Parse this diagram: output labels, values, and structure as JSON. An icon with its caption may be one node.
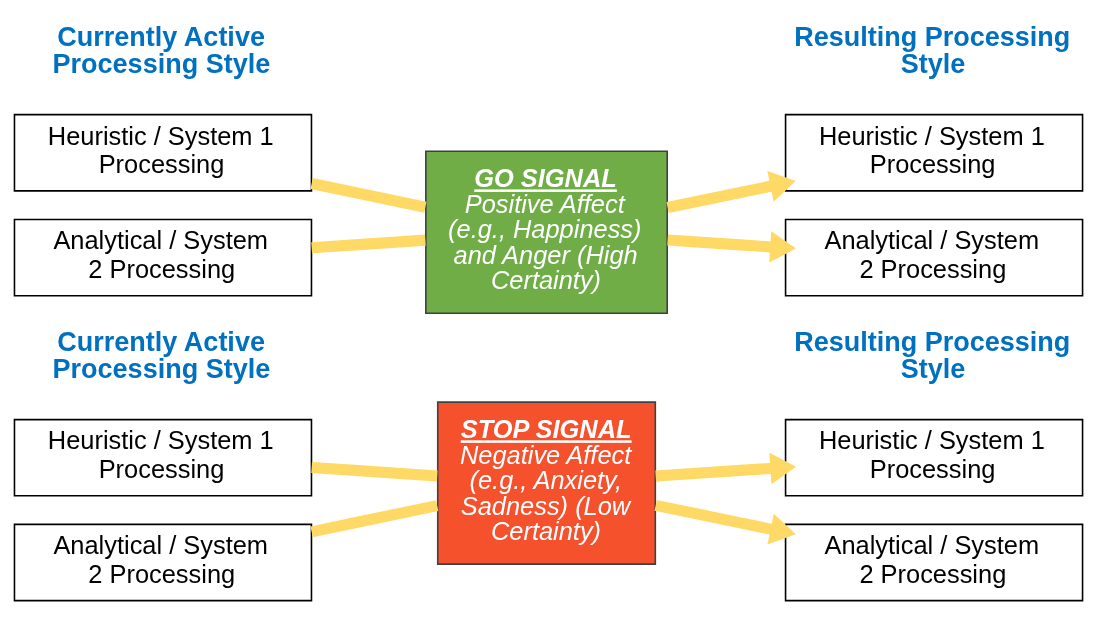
{
  "diagram": {
    "nodes": [
      {
        "text": [
          "Heuristic / System 1 Processing"
        ]
      },
      {
        "text": [
          "Analytical / System 2 Processing"
        ]
      },
      {
        "text": [
          "GO SIGNAL",
          "Positive Affect (e.g., Happiness) and Anger (High Certainty)"
        ]
      },
      {
        "text": [
          "Heuristic / System 1 Processing"
        ]
      },
      {
        "text": [
          "Analytical / System 2 Processing"
        ]
      },
      {
        "text": [
          "Heuristic / System 1 Processing"
        ]
      },
      {
        "text": [
          "Analytical / System 2 Processing"
        ]
      },
      {
        "text": [
          "STOP SIGNAL",
          "Negative Affect (e.g., Anxiety, Sadness) (Low Certainty)"
        ]
      },
      {
        "text": [
          "Heuristic / System 1 Processing"
        ]
      },
      {
        "text": [
          "Analytical / System 2 Processing"
        ]
      }
    ],
    "edges": [
      {
        "from": 0,
        "to": 2,
        "arrow": "none"
      },
      {
        "from": 1,
        "to": 2,
        "arrow": "none"
      },
      {
        "from": 2,
        "to": 3,
        "arrow": "to"
      },
      {
        "from": 2,
        "to": 4,
        "arrow": "to"
      },
      {
        "from": 5,
        "to": 7,
        "arrow": "none"
      },
      {
        "from": 6,
        "to": 7,
        "arrow": "none"
      },
      {
        "from": 7,
        "to": 8,
        "arrow": "to"
      },
      {
        "from": 7,
        "to": 9,
        "arrow": "to"
      }
    ],
    "labels": [
      "Currently Active Processing Style",
      "Resulting Processing Style",
      "Currently Active Processing Style",
      "Resulting Processing Style"
    ]
  }
}
